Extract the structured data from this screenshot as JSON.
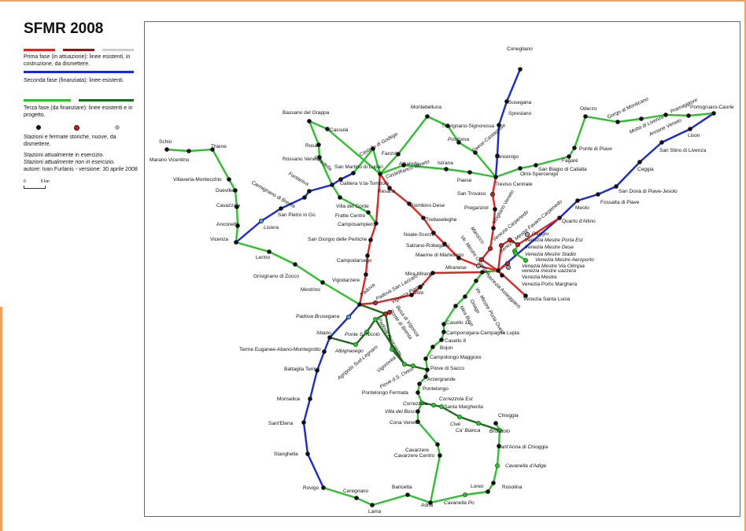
{
  "title": "SFMR 2008",
  "colors": {
    "phase1_existing": "#e02424",
    "phase1_building": "#8b1a1a",
    "phase1_dismantle": "#cccccc",
    "phase2": "#1a28d8",
    "phase3_existing": "#2ec12e",
    "phase3_project": "#1a6b1a",
    "station_black": "#111111",
    "station_red": "#d42020",
    "station_grey": "#aaaaaa",
    "station_blue": "#5aa7ff",
    "border_orange": "#f2a060"
  },
  "legend": {
    "phase1": "Prima fase (in attuazione): linee esistenti, in costruzione, da dismettere.",
    "phase2": "Seconda fase (finanziata): linee esistenti.",
    "phase3": "Terza fase (da finanziare): linee esistenti e in progetto.",
    "stations": "Stazioni e fermate storiche, nuove, da dismettere.",
    "active": "Stazioni attualmente in esercizio.",
    "inactive": "Stazioni attualmente non in esercizio.",
    "author": "autore: Ivan Furlanis - versione: 30 aprile 2008",
    "scale_0": "0",
    "scale_5": "5 km"
  },
  "stations": [
    {
      "id": "conegliano",
      "label": "Conegliano",
      "type": "black"
    },
    {
      "id": "susegana",
      "label": "Susegana",
      "type": "black"
    },
    {
      "id": "spresiano",
      "label": "Spresiano",
      "type": "black"
    },
    {
      "id": "lancenigo",
      "label": "Lancenigo",
      "type": "black"
    },
    {
      "id": "treviso",
      "label": "Treviso Centrale",
      "type": "black"
    },
    {
      "id": "oderzo",
      "label": "Oderzo",
      "type": "black"
    },
    {
      "id": "gorgo",
      "label": "Gorgo al Monticano",
      "type": "black"
    },
    {
      "id": "motta",
      "label": "Motta di Livenza",
      "type": "black"
    },
    {
      "id": "annone",
      "label": "Annone Veneto",
      "type": "black"
    },
    {
      "id": "pramaggiore",
      "label": "Pramaggiore",
      "type": "black"
    },
    {
      "id": "portogruaro",
      "label": "Portogruaro-Caorle",
      "type": "black"
    },
    {
      "id": "lison",
      "label": "Lison",
      "type": "black"
    },
    {
      "id": "stino",
      "label": "San Stino di Livenza",
      "type": "black"
    },
    {
      "id": "ceggia",
      "label": "Ceggia",
      "type": "black"
    },
    {
      "id": "sandona",
      "label": "San Donà di Piave-Jesolo",
      "type": "black"
    },
    {
      "id": "fossalta",
      "label": "Fossalta di Piave",
      "type": "black"
    },
    {
      "id": "meolo",
      "label": "Meolo",
      "type": "black"
    },
    {
      "id": "quarto",
      "label": "Quarto d'Altino",
      "type": "black"
    },
    {
      "id": "pontepiave",
      "label": "Ponte di Piave",
      "type": "black"
    },
    {
      "id": "fagare",
      "label": "Fagarè",
      "type": "black"
    },
    {
      "id": "sanbiagio",
      "label": "San Biagio di Callalta",
      "type": "black"
    },
    {
      "id": "olmi",
      "label": "Olmi-Spercenigo",
      "type": "black"
    },
    {
      "id": "montebelluna",
      "label": "Montebelluna",
      "type": "black"
    },
    {
      "id": "trevignano",
      "label": "Trevignano-Signoressa",
      "type": "black"
    },
    {
      "id": "postioma",
      "label": "Postioma",
      "type": "black"
    },
    {
      "id": "paese_cast",
      "label": "Paese-Castagnole",
      "type": "black"
    },
    {
      "id": "paese",
      "label": "Paese",
      "type": "black"
    },
    {
      "id": "istrana",
      "label": "Istrana",
      "type": "black"
    },
    {
      "id": "albaredo",
      "label": "Albaredo",
      "type": "black"
    },
    {
      "id": "fanzolo",
      "label": "Fanzolo",
      "type": "black"
    },
    {
      "id": "castellof",
      "label": "Castello di Godego",
      "type": "black"
    },
    {
      "id": "bassano",
      "label": "Bassano del Grappa",
      "type": "black"
    },
    {
      "id": "cassola",
      "label": "Cassola",
      "type": "black"
    },
    {
      "id": "rosa",
      "label": "Rosà",
      "type": "black"
    },
    {
      "id": "rossano",
      "label": "Rossano Veneto",
      "type": "black"
    },
    {
      "id": "sanmartino",
      "label": "San Martino di Lupari",
      "type": "black"
    },
    {
      "id": "castelfranco",
      "label": "Castelfranco Veneto",
      "type": "black"
    },
    {
      "id": "resana",
      "label": "Resana",
      "type": "black"
    },
    {
      "id": "piombino",
      "label": "Piombino Dese",
      "type": "black"
    },
    {
      "id": "trebaseleghe",
      "label": "Trebaseleghe",
      "type": "black"
    },
    {
      "id": "noale",
      "label": "Noale-Scorzè",
      "type": "black"
    },
    {
      "id": "salzano",
      "label": "Salzano-Robegano",
      "type": "black"
    },
    {
      "id": "maerne",
      "label": "Maerne di Martellago",
      "type": "black"
    },
    {
      "id": "galliera",
      "label": "Galliera V.ta-Tombolo",
      "type": "black"
    },
    {
      "id": "cittadella",
      "label": "Cittadella",
      "type": "black"
    },
    {
      "id": "fontaniva",
      "label": "Fontaniva",
      "type": "black"
    },
    {
      "id": "carmignano",
      "label": "Carmignano di Brenta",
      "type": "black"
    },
    {
      "id": "sanpietro",
      "label": "San Pietro in Gù",
      "type": "black"
    },
    {
      "id": "lisiera",
      "label": "Lisiera",
      "type": "blue"
    },
    {
      "id": "villadelconte",
      "label": "Villa del Conte",
      "type": "black"
    },
    {
      "id": "fratte",
      "label": "Fratte Centro",
      "type": "black"
    },
    {
      "id": "camposampiero",
      "label": "Camposampiero",
      "type": "black"
    },
    {
      "id": "sangiorgio",
      "label": "San Giorgio delle Pertiche",
      "type": "black"
    },
    {
      "id": "campodarsego",
      "label": "Campodarsego",
      "type": "black"
    },
    {
      "id": "vigodarzere",
      "label": "Vigodarzere",
      "type": "black"
    },
    {
      "id": "padova",
      "label": "Padova",
      "type": "black"
    },
    {
      "id": "schio",
      "label": "Schio",
      "type": "black"
    },
    {
      "id": "marano",
      "label": "Marano Vicentino",
      "type": "black"
    },
    {
      "id": "thiene",
      "label": "Thiene",
      "type": "black"
    },
    {
      "id": "villaverla",
      "label": "Villaverla-Montecchio",
      "type": "black"
    },
    {
      "id": "dueville",
      "label": "Dueville",
      "type": "black"
    },
    {
      "id": "cavazzale",
      "label": "Cavazzale",
      "type": "black"
    },
    {
      "id": "anconetta",
      "label": "Anconetta",
      "type": "black"
    },
    {
      "id": "vicenza",
      "label": "Vicenza",
      "type": "black"
    },
    {
      "id": "lerino",
      "label": "Lerino",
      "type": "black"
    },
    {
      "id": "grisignano",
      "label": "Grisignano di Zocco",
      "type": "black"
    },
    {
      "id": "mestrino",
      "label": "Mestrino",
      "type": "black"
    },
    {
      "id": "brusegana",
      "label": "Padova Brusegana",
      "type": "blue"
    },
    {
      "id": "abano",
      "label": "Abano",
      "type": "black"
    },
    {
      "id": "terme",
      "label": "Terme Euganee-Abano-Montegrotto",
      "type": "black"
    },
    {
      "id": "battaglia",
      "label": "Battaglia Terme",
      "type": "black"
    },
    {
      "id": "monselice",
      "label": "Monselice",
      "type": "black"
    },
    {
      "id": "santelena",
      "label": "Sant'Elena",
      "type": "black"
    },
    {
      "id": "stanghella",
      "label": "Stanghella",
      "type": "black"
    },
    {
      "id": "rovigo",
      "label": "Rovigo",
      "type": "black"
    },
    {
      "id": "ceregnano",
      "label": "Ceregnano",
      "type": "black"
    },
    {
      "id": "lama",
      "label": "Lama",
      "type": "black"
    },
    {
      "id": "baricetta",
      "label": "Baricetta",
      "type": "black"
    },
    {
      "id": "adria",
      "label": "Adria",
      "type": "black"
    },
    {
      "id": "cavanellapo",
      "label": "Cavanella Po",
      "type": "green"
    },
    {
      "id": "loreo",
      "label": "Loreo",
      "type": "black"
    },
    {
      "id": "rosolina",
      "label": "Rosolina",
      "type": "black"
    },
    {
      "id": "cavanellaadige",
      "label": "Cavanella d'Adige",
      "type": "green"
    },
    {
      "id": "santanna",
      "label": "Sant'Anna di Chioggia",
      "type": "black"
    },
    {
      "id": "brondolo",
      "label": "Brondolo",
      "type": "green"
    },
    {
      "id": "chioggia",
      "label": "Chioggia",
      "type": "black"
    },
    {
      "id": "cabianca",
      "label": "Ca' Bianca",
      "type": "green"
    },
    {
      "id": "cive",
      "label": "Civè",
      "type": "green"
    },
    {
      "id": "santamargherita",
      "label": "Santa Margherita",
      "type": "green"
    },
    {
      "id": "correzzolaest",
      "label": "Correzzola Est",
      "type": "green"
    },
    {
      "id": "correzzola",
      "label": "Correzzola",
      "type": "green"
    },
    {
      "id": "villabosco",
      "label": "Villa del Bosco",
      "type": "black"
    },
    {
      "id": "conaveneta",
      "label": "Cona Veneta",
      "type": "black"
    },
    {
      "id": "cavarzere",
      "label": "Cavarzere",
      "type": "black"
    },
    {
      "id": "cavarzerecentro",
      "label": "Cavarzere Centro",
      "type": "black"
    },
    {
      "id": "pontelongofermata",
      "label": "Pontelongo Fermata",
      "type": "black"
    },
    {
      "id": "pontelongo",
      "label": "Pontelongo",
      "type": "black"
    },
    {
      "id": "arzergrande",
      "label": "Arzergrande",
      "type": "black"
    },
    {
      "id": "piovesacco",
      "label": "Piove di Sacco",
      "type": "black"
    },
    {
      "id": "piovesovest",
      "label": "Piove d.S. Ovest",
      "type": "green"
    },
    {
      "id": "campolongo",
      "label": "Campolongo Maggiore",
      "type": "black"
    },
    {
      "id": "bojon",
      "label": "Bojon",
      "type": "black"
    },
    {
      "id": "casello8",
      "label": "Casello 8",
      "type": "black"
    },
    {
      "id": "camponogara",
      "label": "Camponogara-Campagna Lupia",
      "type": "black"
    },
    {
      "id": "casello11",
      "label": "Casello 11",
      "type": "black"
    },
    {
      "id": "mirabuse",
      "label": "Mira Buse",
      "type": "black"
    },
    {
      "id": "oriago",
      "label": "Oriago",
      "type": "black"
    },
    {
      "id": "vemestreportaovest",
      "label": "Ve. Mestre Porta Ovest",
      "type": "black"
    },
    {
      "id": "asseggiano",
      "label": "Venezia Asseggiano",
      "type": "black"
    },
    {
      "id": "miranese",
      "label": "Miranese",
      "type": "grey"
    },
    {
      "id": "miramirano",
      "label": "Mira-Mirano",
      "type": "black"
    },
    {
      "id": "dolo",
      "label": "Dolo",
      "type": "black"
    },
    {
      "id": "vigonzapianiga",
      "label": "Vigonza-Pianiga",
      "type": "black"
    },
    {
      "id": "padovasanlazzaro",
      "label": "Padova San Lazzaro",
      "type": "red"
    },
    {
      "id": "busavigonza",
      "label": "Busa di Vigonza",
      "type": "red"
    },
    {
      "id": "pontebrenta",
      "label": "Ponte di Brenta",
      "type": "red"
    },
    {
      "id": "roncajette",
      "label": "Padova Roncajette",
      "type": "green"
    },
    {
      "id": "pontesnicolo",
      "label": "Ponte S. Nicolò",
      "type": "green"
    },
    {
      "id": "albignasego",
      "label": "Albignasego",
      "type": "green"
    },
    {
      "id": "agripolis",
      "label": "Agripolis Sud-Legnaro",
      "type": "green"
    },
    {
      "id": "vigorovea",
      "label": "Vigorovea",
      "type": "green"
    },
    {
      "id": "vemestreospedale",
      "label": "Ve. Mestre Ospedale",
      "type": "red"
    },
    {
      "id": "marocco",
      "label": "Marocco",
      "type": "red"
    },
    {
      "id": "mogliano",
      "label": "Mogliano Veneto",
      "type": "black"
    },
    {
      "id": "preganziol",
      "label": "Preganziol",
      "type": "black"
    },
    {
      "id": "santrovaso",
      "label": "San Trovaso",
      "type": "red"
    },
    {
      "id": "carpenedo",
      "label": "Venezia Carpenedo",
      "type": "red"
    },
    {
      "id": "favaro",
      "label": "Venezia Mestre Favaro-Carpenedo",
      "type": "red"
    },
    {
      "id": "gaggio",
      "label": "Gaggio",
      "type": "grey"
    },
    {
      "id": "portaest",
      "label": "Venezia Mestre Porta Est",
      "type": "red"
    },
    {
      "id": "dese",
      "label": "Venezia Mestre Dese",
      "type": "green"
    },
    {
      "id": "stadio",
      "label": "Venezia Mestre Stadio",
      "type": "green"
    },
    {
      "id": "aeroporto",
      "label": "Venezia Mestre Aeroporto",
      "type": "green"
    },
    {
      "id": "olimpia",
      "label": "Venezia Mestre Via Olimpia",
      "type": "red"
    },
    {
      "id": "uazzera",
      "label": "venezia mestre uazzera",
      "type": "grey"
    },
    {
      "id": "mestre",
      "label": "Venezia Mestre",
      "type": "black"
    },
    {
      "id": "portomarghera",
      "label": "Venezia Porto Marghera",
      "type": "black"
    },
    {
      "id": "santalucia",
      "label": "Venezia Santa Lucia",
      "type": "black"
    }
  ]
}
